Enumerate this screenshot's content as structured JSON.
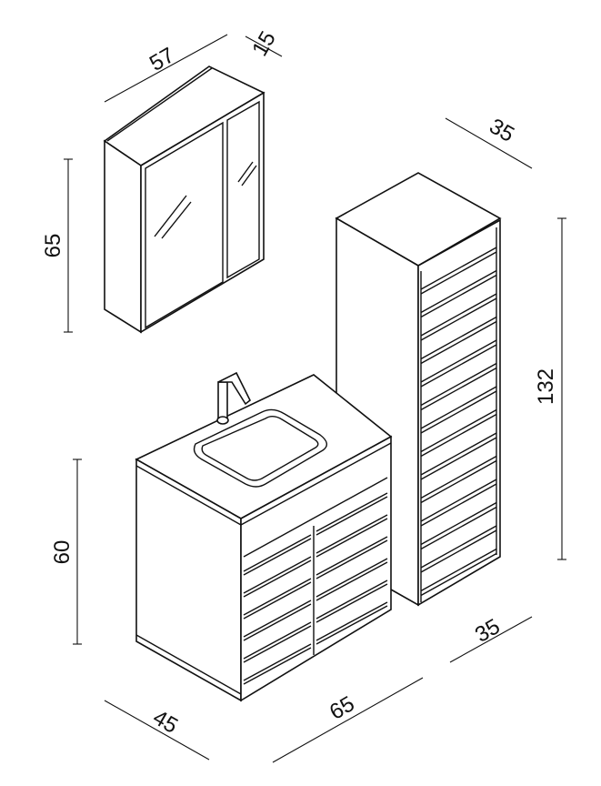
{
  "dimensions": {
    "mirror_width": "57",
    "mirror_depth": "15",
    "mirror_height": "65",
    "tall_depth": "35",
    "tall_height": "132",
    "tall_width": "35",
    "vanity_height": "60",
    "vanity_depth": "45",
    "vanity_width": "65"
  }
}
